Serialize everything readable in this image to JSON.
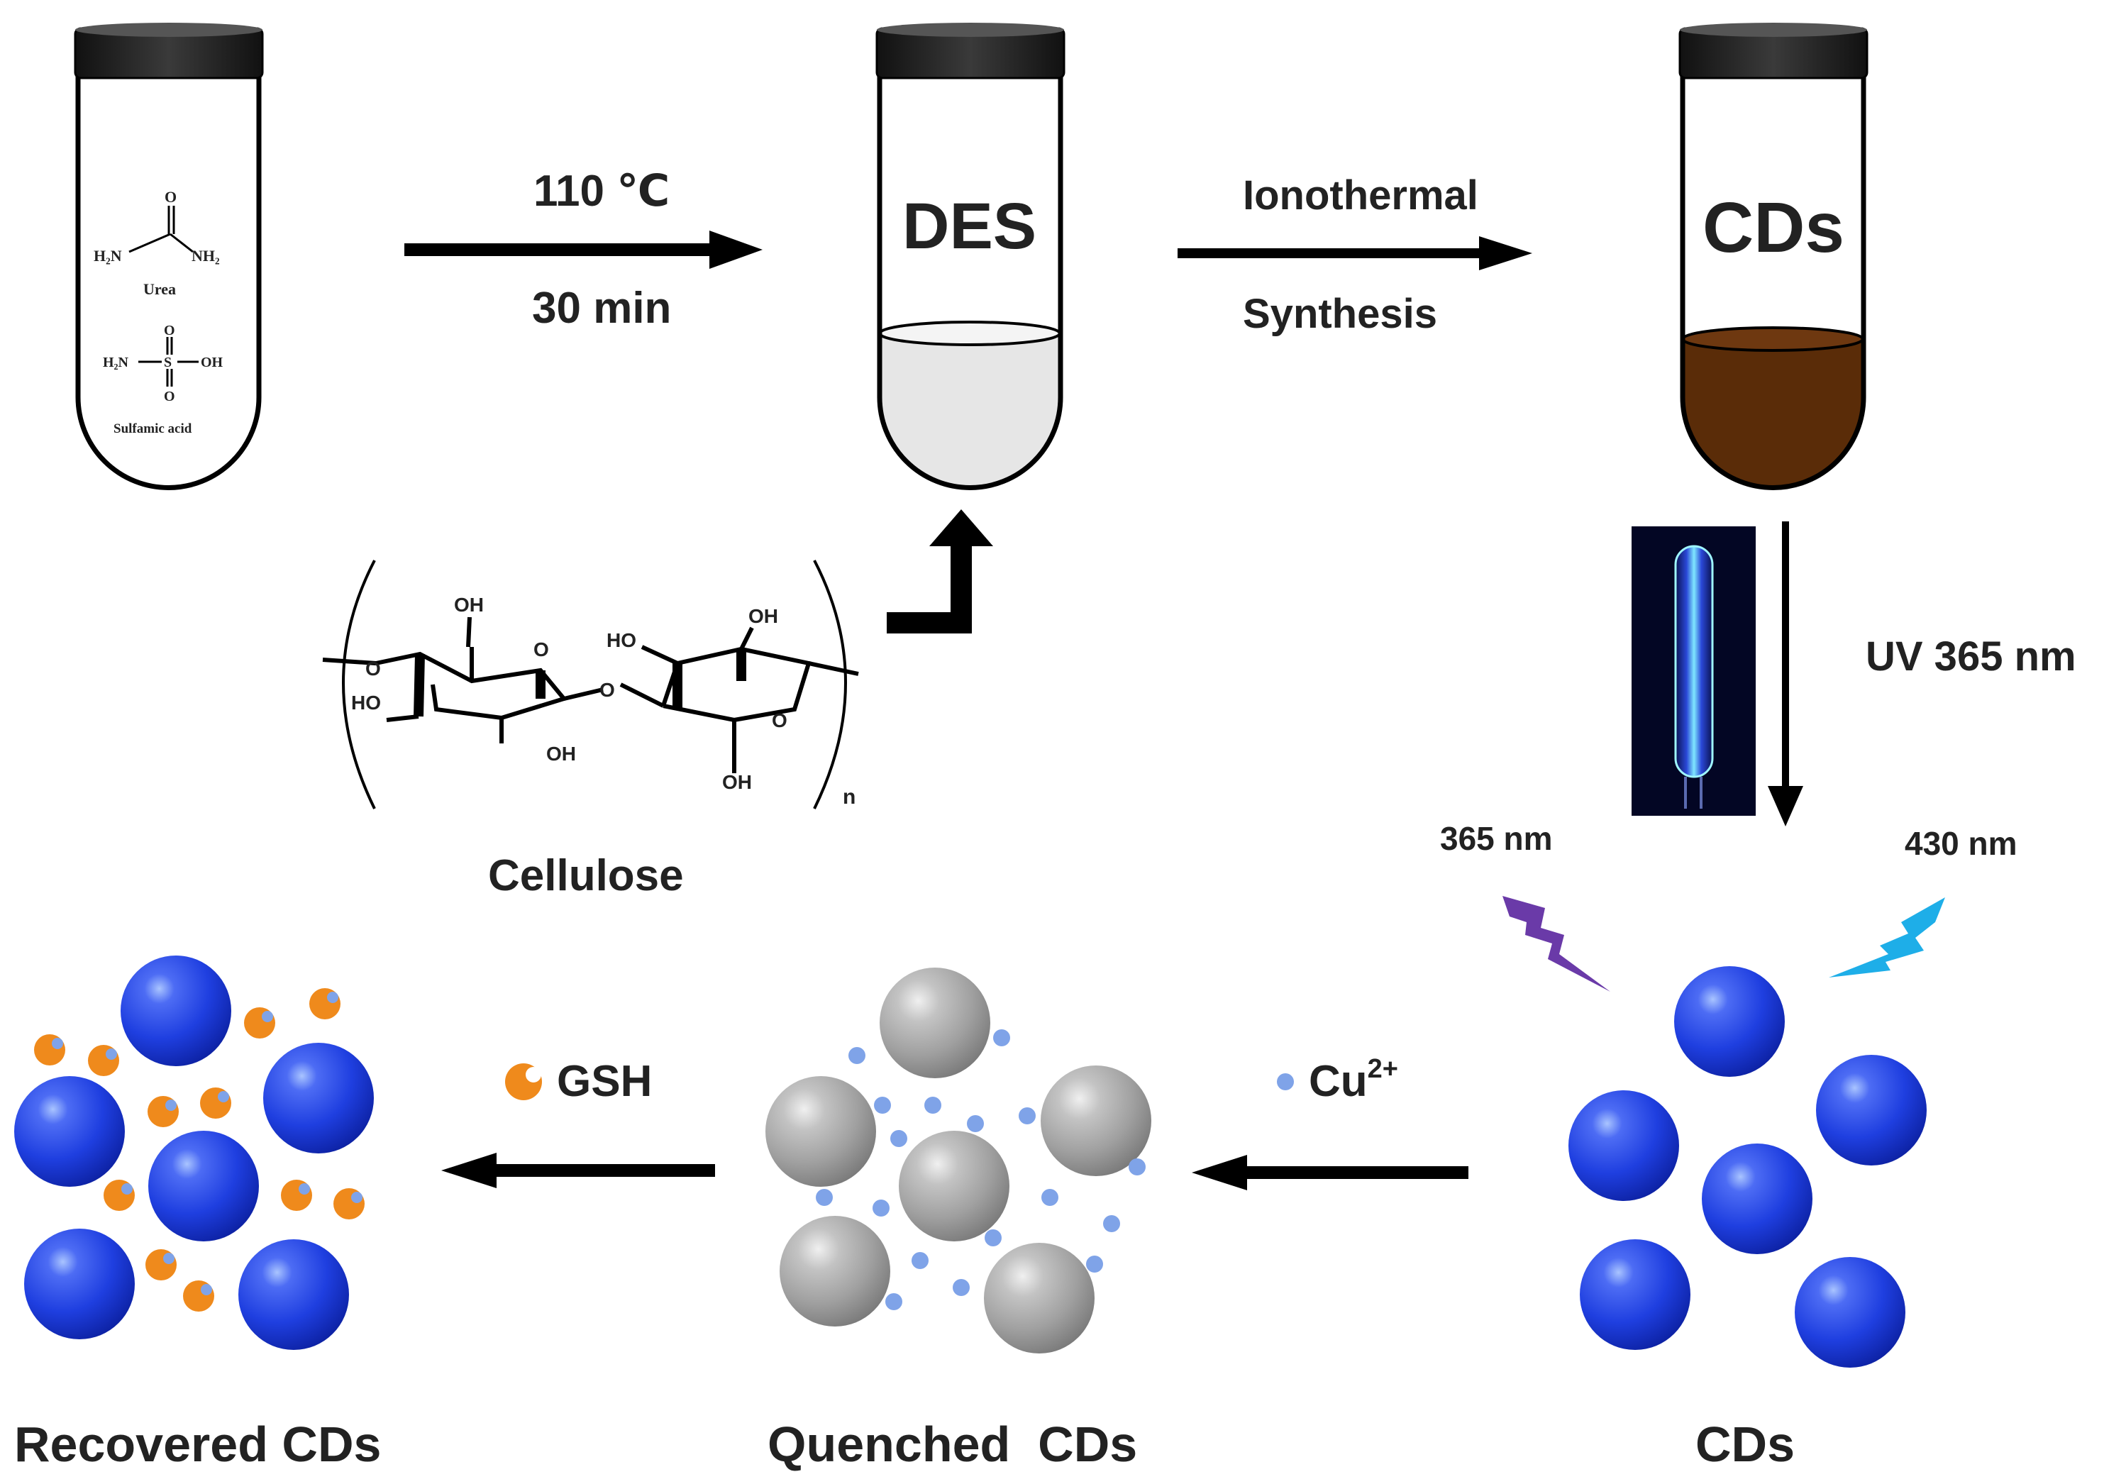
{
  "steps": {
    "heat_top": "110 ℃",
    "heat_bottom": "30 min",
    "iono_top": "Ionothermal",
    "iono_bottom": "Synthesis",
    "uv": "UV 365 nm",
    "excitation": "365 nm",
    "emission": "430 nm",
    "copper_label": "Cu",
    "copper_charge": "2+",
    "gsh_label": "GSH"
  },
  "tubes": {
    "tube1": {
      "urea_left": "H₂N",
      "urea_right": "NH₂",
      "urea_o": "O",
      "urea_name": "Urea",
      "sulf_left": "H₂N",
      "sulf_s": "S",
      "sulf_o": "O",
      "sulf_right": "OH",
      "sulf_name": "Sulfamic acid"
    },
    "tube2": {
      "label": "DES",
      "liquid_color": "#e6e6e6"
    },
    "tube3": {
      "label": "CDs",
      "liquid_color": "#5a2c08"
    }
  },
  "cellulose": {
    "name": "Cellulose",
    "oh1": "OH",
    "oh2": "OH",
    "oh3": "OH",
    "oh4": "OH",
    "ho1": "HO",
    "ho2": "HO",
    "o_ring1": "O",
    "o_ring2": "O",
    "o_link": "O",
    "o_left": "O",
    "n": "n"
  },
  "captions": {
    "recovered": "Recovered CDs",
    "quenched": "Quenched  CDs",
    "cds": "CDs"
  },
  "colors": {
    "blue_sphere": "#1f3fe0",
    "grey_sphere": "#a3a3a3",
    "cu_ion": "#7fa3e8",
    "gsh": "#ef8a1c",
    "excitation_bolt": "#6a3aa8",
    "emission_bolt": "#1eaee8"
  }
}
